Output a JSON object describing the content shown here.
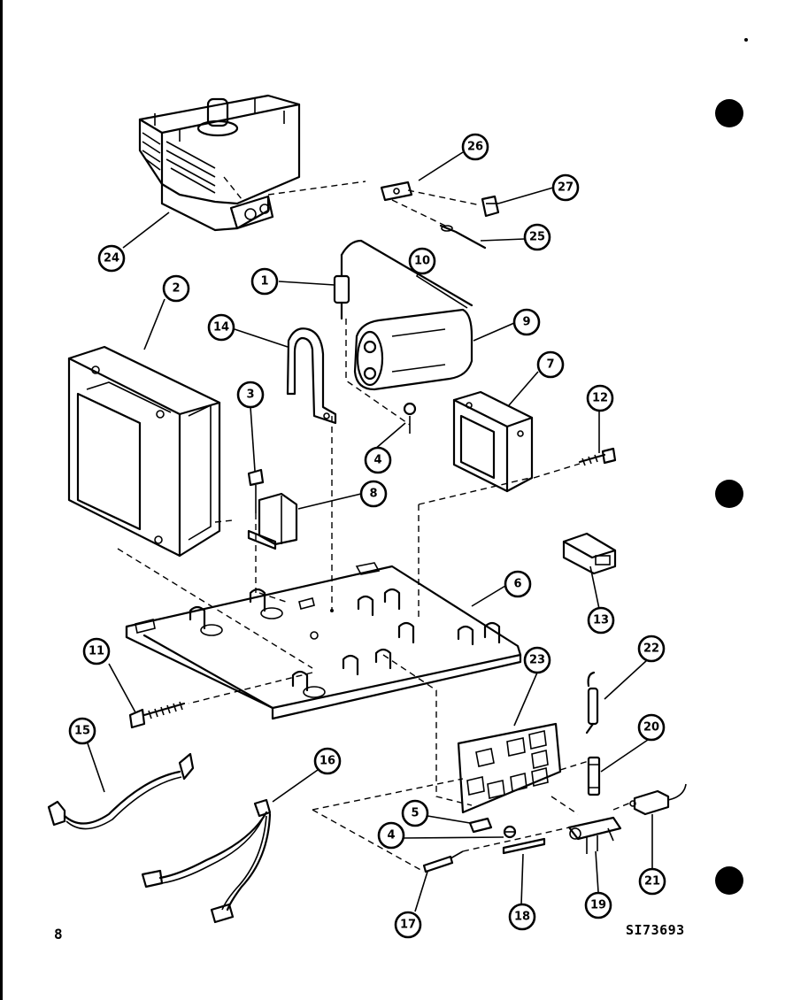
{
  "page_number": "8",
  "drawing_code": "SI73693",
  "callouts": [
    {
      "id": "c1",
      "label": "1"
    },
    {
      "id": "c2",
      "label": "2"
    },
    {
      "id": "c3",
      "label": "3"
    },
    {
      "id": "c4a",
      "label": "4"
    },
    {
      "id": "c4b",
      "label": "4"
    },
    {
      "id": "c5",
      "label": "5"
    },
    {
      "id": "c6",
      "label": "6"
    },
    {
      "id": "c7",
      "label": "7"
    },
    {
      "id": "c8",
      "label": "8"
    },
    {
      "id": "c9",
      "label": "9"
    },
    {
      "id": "c10",
      "label": "10"
    },
    {
      "id": "c11",
      "label": "11"
    },
    {
      "id": "c12",
      "label": "12"
    },
    {
      "id": "c13",
      "label": "13"
    },
    {
      "id": "c14",
      "label": "14"
    },
    {
      "id": "c15",
      "label": "15"
    },
    {
      "id": "c16",
      "label": "16"
    },
    {
      "id": "c17",
      "label": "17"
    },
    {
      "id": "c18",
      "label": "18"
    },
    {
      "id": "c19",
      "label": "19"
    },
    {
      "id": "c20",
      "label": "20"
    },
    {
      "id": "c21",
      "label": "21"
    },
    {
      "id": "c22",
      "label": "22"
    },
    {
      "id": "c23",
      "label": "23"
    },
    {
      "id": "c24",
      "label": "24"
    },
    {
      "id": "c25",
      "label": "25"
    },
    {
      "id": "c26",
      "label": "26"
    },
    {
      "id": "c27",
      "label": "27"
    }
  ]
}
